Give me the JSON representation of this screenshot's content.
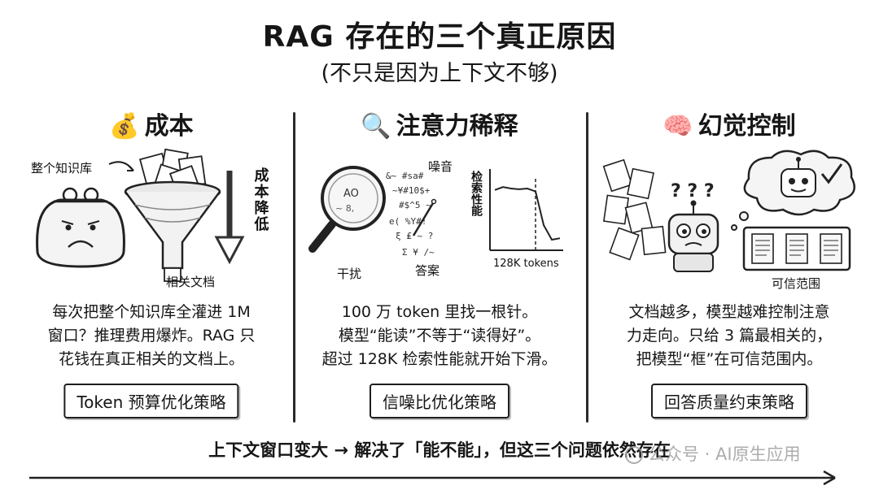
{
  "title": "RAG 存在的三个真正原因",
  "subtitle": "(不只是因为上下文不够)",
  "columns": [
    {
      "emoji": "💰",
      "heading": "成本",
      "labels": {
        "kb": "整个知识库",
        "docs": "相关文档",
        "vertical": "成本降低"
      },
      "desc": [
        "每次把整个知识库全灌进 1M",
        "窗口？推理费用爆炸。RAG 只",
        "花钱在真正相关的文档上。"
      ],
      "badge": "Token 预算优化策略"
    },
    {
      "emoji": "🔍",
      "heading": "注意力稀释",
      "labels": {
        "noise": "噪音",
        "interference": "干扰",
        "answer": "答案",
        "ylabel": "检索性能",
        "xlabel": "128K tokens"
      },
      "desc": [
        "100 万 token 里找一根针。",
        "模型“能读”不等于“读得好”。",
        "超过 128K 检索性能就开始下滑。"
      ],
      "badge": "信噪比优化策略"
    },
    {
      "emoji": "🧠",
      "heading": "幻觉控制",
      "labels": {
        "trusted": "可信范围"
      },
      "desc": [
        "文档越多，模型越难控制注意",
        "力走向。只给 3 篇最相关的，",
        "把模型“框”在可信范围内。"
      ],
      "badge": "回答质量约束策略"
    }
  ],
  "footer": "上下文窗口变大 → 解决了「能不能」，但这三个问题依然存在",
  "watermark": "公众号 · AI原生应用",
  "chart_data": {
    "type": "line",
    "title": "",
    "xlabel": "128K tokens",
    "ylabel": "检索性能",
    "series": [
      {
        "values": [
          0.78,
          0.82,
          0.8,
          0.79,
          0.8,
          0.76,
          0.3,
          0.1,
          0.12
        ]
      }
    ],
    "threshold_index": 5
  }
}
